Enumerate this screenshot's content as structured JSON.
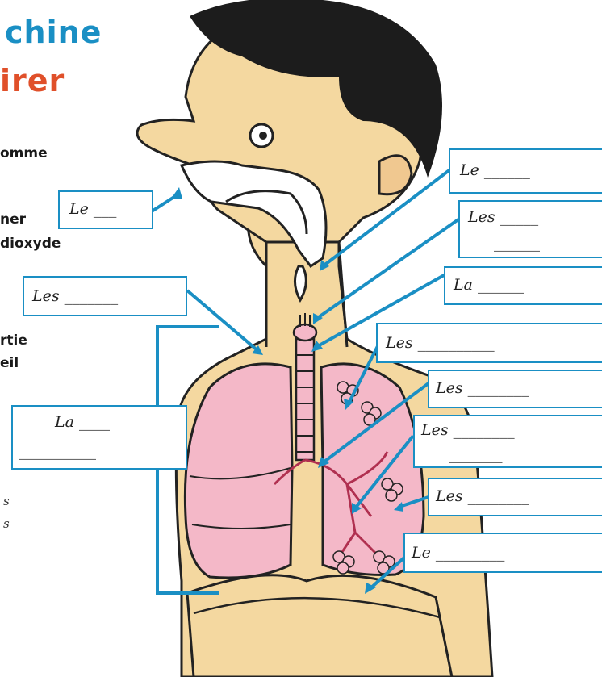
{
  "title": {
    "line1": "chine",
    "line2": "irer",
    "line1_color": "#1a8fc4",
    "line2_color": "#e0502a"
  },
  "side_text": [
    "omme",
    "ner",
    "dioxyde",
    "rtie",
    "eil"
  ],
  "side_notes": [
    "s",
    "s"
  ],
  "labels": {
    "nose": "Le ___",
    "larynx_left": "Les _______",
    "diaphragm_left_1": "La ____",
    "diaphragm_left_2": "__________",
    "r1": "Le ______",
    "r2_1": "Les _____",
    "r2_2": "______",
    "r3": "La ______",
    "r4": "Les __________",
    "r5": "Les ________",
    "r6_1": "Les ________",
    "r6_2": "_______",
    "r7": "Les ________",
    "r8": "Le _________"
  },
  "colors": {
    "accent": "#1a8fc4",
    "skin": "#f4d8a0",
    "hair": "#1c1c1c",
    "lung": "#f4b8c8",
    "outline": "#222222"
  }
}
